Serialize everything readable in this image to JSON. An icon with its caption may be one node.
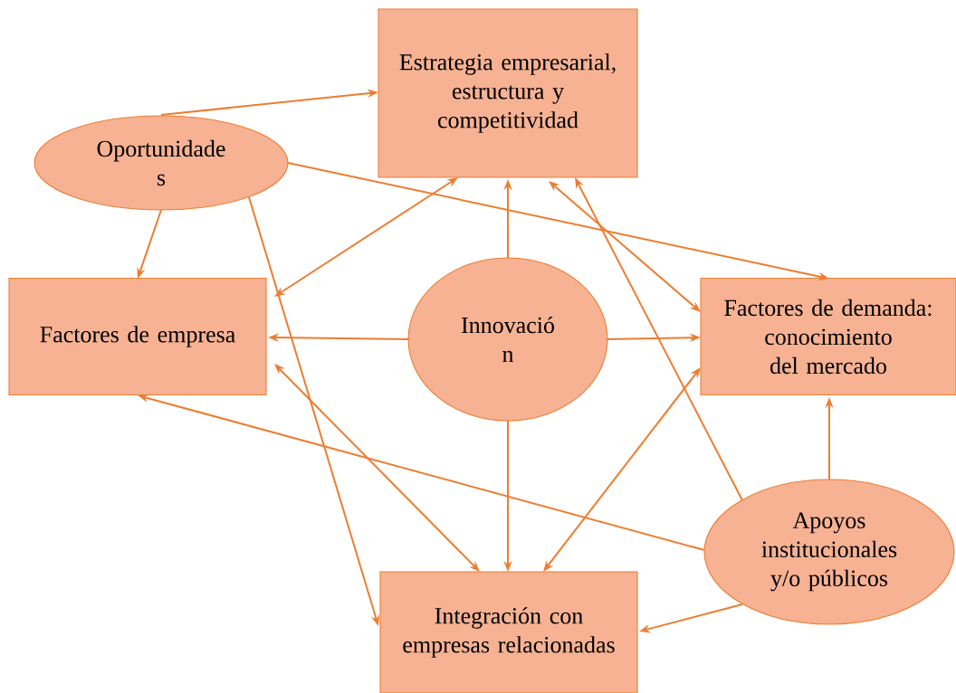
{
  "diagram": {
    "nodes": [
      {
        "text": [
          "Estrategia empresarial, estructura y competitividad"
        ]
      },
      {
        "text": [
          "Oportunidade s"
        ]
      },
      {
        "text": [
          "Factores de empresa"
        ]
      },
      {
        "text": [
          "Innovació n"
        ]
      },
      {
        "text": [
          "Factores de demanda: conocimiento del mercado"
        ]
      },
      {
        "text": [
          "Apoyos institucionales y/o públicos"
        ]
      },
      {
        "text": [
          "Integración con empresas relacionadas"
        ]
      }
    ],
    "edges": [
      {
        "from": 1,
        "to": 0,
        "arrow": "to"
      },
      {
        "from": 1,
        "to": 4,
        "arrow": "to"
      },
      {
        "from": 1,
        "to": 2,
        "arrow": "to"
      },
      {
        "from": 1,
        "to": 6,
        "arrow": "to"
      },
      {
        "from": 3,
        "to": 0,
        "arrow": "to"
      },
      {
        "from": 3,
        "to": 2,
        "arrow": "to"
      },
      {
        "from": 3,
        "to": 4,
        "arrow": "to"
      },
      {
        "from": 3,
        "to": 6,
        "arrow": "to"
      },
      {
        "from": 2,
        "to": 0,
        "arrow": "both"
      },
      {
        "from": 0,
        "to": 4,
        "arrow": "both"
      },
      {
        "from": 2,
        "to": 6,
        "arrow": "both"
      },
      {
        "from": 4,
        "to": 6,
        "arrow": "both"
      },
      {
        "from": 5,
        "to": 4,
        "arrow": "to"
      },
      {
        "from": 5,
        "to": 0,
        "arrow": "to"
      },
      {
        "from": 5,
        "to": 2,
        "arrow": "to"
      },
      {
        "from": 5,
        "to": 6,
        "arrow": "to"
      }
    ]
  }
}
